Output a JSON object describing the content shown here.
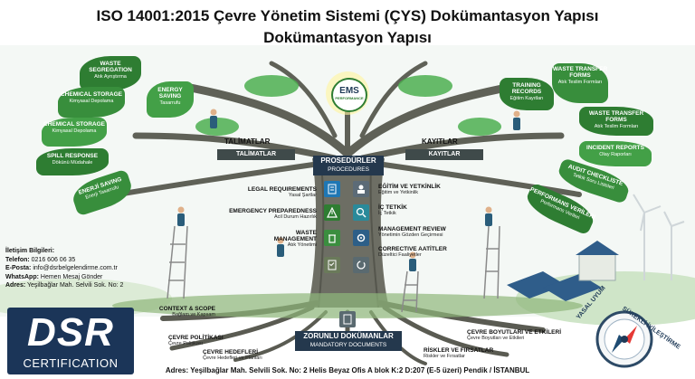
{
  "title_line1": "ISO 14001:2015 Çevre Yönetim Sistemi (ÇYS) Dokümantasyon Yapısı",
  "title_line2": "Dokümantasyon Yapısı",
  "ems_badge": {
    "label": "EMS",
    "sub": "PERFORMANCE"
  },
  "left_leaves": [
    {
      "title": "WASTE SEGREGATION",
      "sub": "Atık Ayrıştırma"
    },
    {
      "title": "CHEMICAL STORAGE",
      "sub": "Kimyasal Depolama"
    },
    {
      "title": "ENERGY SAVING",
      "sub": "Tasarrufu"
    },
    {
      "title": "CHEMICAL STORAGE",
      "sub": "Kimyasal Depolama"
    },
    {
      "title": "SPILL RESPONSE",
      "sub": "Dökünü Müdahale"
    },
    {
      "title": "ENERJİ SAVING",
      "sub": "Enerji Tasarrufu"
    }
  ],
  "right_leaves": [
    {
      "title": "TRAINING RECORDS",
      "sub": "Eğitim Kayıtları"
    },
    {
      "title": "WASTE TRANSFER FORMS",
      "sub": "Atık Teslim Formları"
    },
    {
      "title": "WASTE TRANSFER FORMS",
      "sub": "Atık Teslim Formları"
    },
    {
      "title": "INCIDENT REPORTS",
      "sub": "Olay Raporları"
    },
    {
      "title": "AUDIT CHECKLISTE",
      "sub": "Tetkik Soru Listeleri"
    },
    {
      "title": "PERFORMANS VERİLERİ",
      "sub": "Performans Verileri"
    }
  ],
  "banners": {
    "talimatlar_1": "TALİMATLAR",
    "talimatlar_2": "TALİMATLAR",
    "kayitlar_1": "KAYITLAR",
    "kayitlar_2": "KAYITLAR",
    "prosedurler": "PROSEDÜRLER",
    "procedures": "PROCEDURES",
    "zorunlu": "ZORUNLU DOKÜMANLAR",
    "mandatory": "MANDATORY DOCUMENTS"
  },
  "trunk_left": [
    {
      "title": "LEGAL REQUIREMENTS",
      "sub": "Yasal Şartlar"
    },
    {
      "title": "EMERGENCY PREPAREDNESS",
      "sub": "Acil Durum Hazırlık"
    },
    {
      "title": "WASTE MANAGEMENT",
      "sub": "Atık Yönetimi"
    }
  ],
  "trunk_right": [
    {
      "title": "EĞİTİM VE YETKİNLİK",
      "sub": "Eğitim ve Yetkinlik"
    },
    {
      "title": "İÇ TETKİK",
      "sub": "İç Tetkik"
    },
    {
      "title": "MANAGEMENT REVIEW",
      "sub": "Yönetimin Gözden Geçirmesi"
    },
    {
      "title": "CORRECTIVE AATİTLER",
      "sub": "Düzeltici Faaliyetler"
    }
  ],
  "roots_left": [
    {
      "title": "CONTEXT & SCOPE",
      "sub": "Bağlam ve Kapsam"
    },
    {
      "title": "ÇEVRE POLİTİKASI",
      "sub": "Çevre Politikası"
    },
    {
      "title": "ÇEVRE HEDEFLERİ",
      "sub": "Çevre Hedefleri ve Planları"
    }
  ],
  "roots_right": [
    {
      "title": "ÇEVRE BOYUTLARI VE ETKİLERİ",
      "sub": "Çevre Boyutları ve Etkileri"
    },
    {
      "title": "RİSKLER VE FIRSATLAR",
      "sub": "Riskler ve Fırsatlar"
    }
  ],
  "contact": {
    "heading": "İletişim Bilgileri:",
    "phone_label": "Telefon:",
    "phone": "0216 606 06 35",
    "email_label": "E-Posta:",
    "email": "info@dsrbelgelendirme.com.tr",
    "whatsapp_label": "WhatsApp:",
    "whatsapp": "Hemen Mesaj Gönder",
    "address_label": "Adres:",
    "address": "Yeşilbağlar Mah. Selvili Sok. No: 2"
  },
  "logo": {
    "letters": "DSR",
    "tagline": "CERTIFICATION"
  },
  "compass": {
    "left_text": "YASAL UYUM",
    "right_text": "SÜREKLİ İYİLEŞTİRME"
  },
  "footer": "Adres: Yeşilbağlar Mah. Selvili Sok. No: 2 Helis Beyaz Ofis A blok K:2 D:207 (E-5 üzeri) Pendik / İSTANBUL",
  "colors": {
    "leaf_green": "#2e7d32",
    "leaf_light": "#43a047",
    "trunk": "#6d6e64",
    "navy": "#1f3a57",
    "teal": "#2a8a9a"
  }
}
